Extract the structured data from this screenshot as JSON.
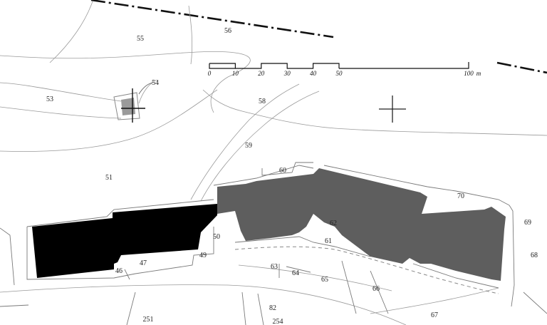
{
  "parcels": [
    {
      "id": "p56",
      "label": "56"
    },
    {
      "id": "p55",
      "label": "55"
    },
    {
      "id": "p54",
      "label": "54"
    },
    {
      "id": "p53",
      "label": "53"
    },
    {
      "id": "p58",
      "label": "58"
    },
    {
      "id": "p59",
      "label": "59"
    },
    {
      "id": "p51",
      "label": "51"
    },
    {
      "id": "p60",
      "label": "60"
    },
    {
      "id": "p70",
      "label": "70"
    },
    {
      "id": "p69",
      "label": "69"
    },
    {
      "id": "p68",
      "label": "68"
    },
    {
      "id": "p62",
      "label": "62"
    },
    {
      "id": "p61",
      "label": "61"
    },
    {
      "id": "p50",
      "label": "50"
    },
    {
      "id": "p49",
      "label": "49"
    },
    {
      "id": "p47",
      "label": "47"
    },
    {
      "id": "p46",
      "label": "46"
    },
    {
      "id": "p63",
      "label": "63"
    },
    {
      "id": "p64",
      "label": "64"
    },
    {
      "id": "p65",
      "label": "65"
    },
    {
      "id": "p66",
      "label": "66"
    },
    {
      "id": "p67",
      "label": "67"
    },
    {
      "id": "p82",
      "label": "82"
    },
    {
      "id": "p251",
      "label": "251"
    },
    {
      "id": "p254",
      "label": "254"
    }
  ],
  "scale_bar": {
    "ticks": [
      "0",
      "10",
      "20",
      "30",
      "40",
      "50",
      "100"
    ],
    "unit": "m"
  },
  "colors": {
    "building_black": "#000000",
    "building_gray": "#5e5e5e",
    "small_building": "#9a9a9a"
  }
}
